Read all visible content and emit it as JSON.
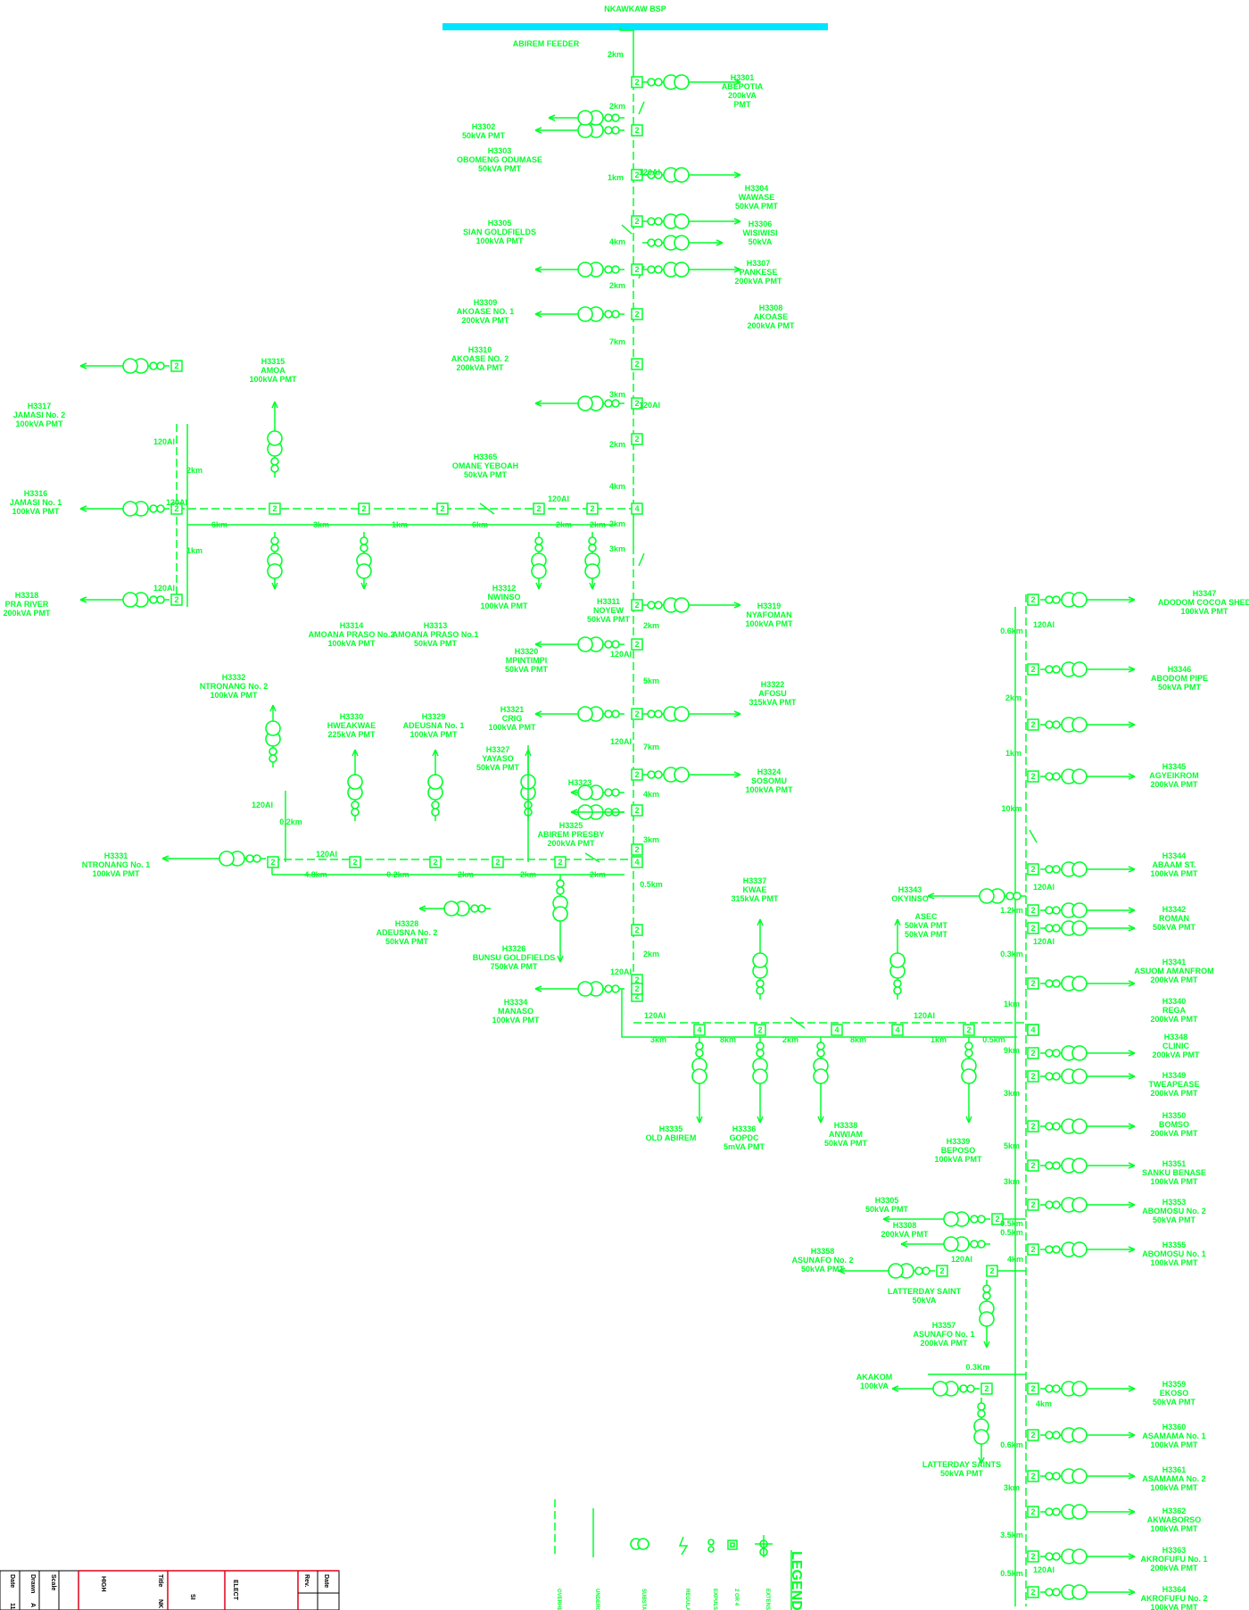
{
  "bsp_label": "NKAWKAW BSP",
  "feeder_label": "ABIREM FEEDER",
  "colors": {
    "line": "#00ff2a",
    "busbar": "#00e5ff",
    "titleblock_border": "#e0001a"
  },
  "legend_title": "LEGEND",
  "legend_items": [
    "OVERHE",
    "UNDERG",
    "SUBSTA",
    "REGULA",
    "EXPULS",
    "2 OR 4",
    "EXTENS"
  ],
  "titleblock": {
    "rev": "Rev.",
    "date_col": "Date",
    "date": "Date",
    "drawn": "Drawn",
    "scale": "Scale",
    "title": "Title",
    "title_value": "NK",
    "high": "HIGH",
    "date_value": "11",
    "drawn_value": "A",
    "s": "SI",
    "elect": "ELECT"
  },
  "boxes": [
    {
      "id": "b1",
      "n": "2"
    },
    {
      "id": "b2",
      "n": "2"
    },
    {
      "id": "b3",
      "n": "2"
    },
    {
      "id": "b4",
      "n": "2"
    },
    {
      "id": "b5",
      "n": "2"
    },
    {
      "id": "b6",
      "n": "2"
    },
    {
      "id": "b7",
      "n": "2"
    },
    {
      "id": "b8",
      "n": "2"
    },
    {
      "id": "b9",
      "n": "2"
    },
    {
      "id": "b10",
      "n": "2"
    },
    {
      "id": "b11",
      "n": "4"
    },
    {
      "id": "b12",
      "n": "2"
    },
    {
      "id": "b13",
      "n": "2"
    },
    {
      "id": "b14",
      "n": "2"
    },
    {
      "id": "b15",
      "n": "2"
    },
    {
      "id": "b16",
      "n": "2"
    },
    {
      "id": "b17",
      "n": "2"
    },
    {
      "id": "b18",
      "n": "2"
    },
    {
      "id": "b19",
      "n": "2"
    },
    {
      "id": "b20",
      "n": "2"
    },
    {
      "id": "b21",
      "n": "2"
    },
    {
      "id": "b22",
      "n": "2"
    },
    {
      "id": "b23",
      "n": "2"
    },
    {
      "id": "b24",
      "n": "2"
    },
    {
      "id": "b25",
      "n": "2"
    },
    {
      "id": "b26",
      "n": "2"
    },
    {
      "id": "b27",
      "n": "4"
    },
    {
      "id": "b28",
      "n": "2"
    },
    {
      "id": "b29",
      "n": "2"
    },
    {
      "id": "b30",
      "n": "2"
    },
    {
      "id": "b31",
      "n": "2"
    },
    {
      "id": "b32",
      "n": "2"
    },
    {
      "id": "b33",
      "n": "2"
    },
    {
      "id": "b34",
      "n": "2"
    },
    {
      "id": "b35",
      "n": "4"
    },
    {
      "id": "b36",
      "n": "2"
    },
    {
      "id": "b37",
      "n": "4"
    },
    {
      "id": "b38",
      "n": "4"
    },
    {
      "id": "b39",
      "n": "4"
    },
    {
      "id": "b40",
      "n": "2"
    },
    {
      "id": "b41",
      "n": "2"
    },
    {
      "id": "b42",
      "n": "4"
    },
    {
      "id": "b43",
      "n": "2"
    },
    {
      "id": "b44",
      "n": "2"
    },
    {
      "id": "b45",
      "n": "2"
    },
    {
      "id": "b46",
      "n": "2"
    },
    {
      "id": "b47",
      "n": "2"
    },
    {
      "id": "b48",
      "n": "2"
    },
    {
      "id": "b49",
      "n": "2"
    },
    {
      "id": "b50",
      "n": "2"
    },
    {
      "id": "b51",
      "n": "2"
    },
    {
      "id": "b52",
      "n": "2"
    },
    {
      "id": "b53",
      "n": "2"
    },
    {
      "id": "b54",
      "n": "2"
    },
    {
      "id": "b55",
      "n": "2"
    },
    {
      "id": "b56",
      "n": "2"
    },
    {
      "id": "b57",
      "n": "2"
    },
    {
      "id": "b58",
      "n": "2"
    },
    {
      "id": "b59",
      "n": "2"
    },
    {
      "id": "b60",
      "n": "2"
    },
    {
      "id": "b61",
      "n": "2"
    },
    {
      "id": "b62",
      "n": "2"
    },
    {
      "id": "b63",
      "n": "2"
    },
    {
      "id": "b64",
      "n": "2"
    },
    {
      "id": "b65",
      "n": "2"
    }
  ],
  "labels": [
    [
      "H3301",
      "ABEPOTIA",
      "200kVA",
      "PMT"
    ],
    [
      "H3302",
      "50kVA PMT"
    ],
    [
      "H3303",
      "OBOMENG ODUMASE",
      "50kVA PMT"
    ],
    [
      "H3304",
      "WAWASE",
      "50kVA PMT"
    ],
    [
      "H3305",
      "SIAN GOLDFIELDS",
      "100kVA PMT"
    ],
    [
      "H3306",
      "WISIWISI",
      "50kVA"
    ],
    [
      "H3307",
      "PANKESE",
      "200kVA PMT"
    ],
    [
      "H3309",
      "AKOASE NO. 1",
      "200kVA PMT"
    ],
    [
      "H3308",
      "AKOASE",
      "200kVA PMT"
    ],
    [
      "H3310",
      "AKOASE NO. 2",
      "200kVA PMT"
    ],
    [
      "H3315",
      "AMOA",
      "100kVA PMT"
    ],
    [
      "H3317",
      "JAMASI No. 2",
      "100kVA PMT"
    ],
    [
      "H3365",
      "OMANE YEBOAH",
      "50kVA PMT"
    ],
    [
      "H3316",
      "JAMASI No. 1",
      "100kVA PMT"
    ],
    [
      "H3318",
      "PRA RIVER",
      "200kVA PMT"
    ],
    [
      "H3312",
      "NWINSO",
      "100kVA PMT"
    ],
    [
      "H3311",
      "NOYEW",
      "50kVA PMT"
    ],
    [
      "H3314",
      "AMOANA PRASO No.2",
      "100kVA PMT"
    ],
    [
      "H3313",
      "AMOANA PRASO No.1",
      "50kVA PMT"
    ],
    [
      "H3319",
      "NYAFOMAN",
      "100kVA PMT"
    ],
    [
      "H3320",
      "MPINTIMPI",
      "50kVA PMT"
    ],
    [
      "H3332",
      "NTRONANG No. 2",
      "100kVA PMT"
    ],
    [
      "H3330",
      "HWEAKWAE",
      "225kVA PMT"
    ],
    [
      "H3329",
      "ADEUSNA No. 1",
      "100kVA PMT"
    ],
    [
      "H3321",
      "CRIG",
      "100kVA PMT"
    ],
    [
      "H3322",
      "AFOSU",
      "315kVA PMT"
    ],
    [
      "H3327",
      "YAYASO",
      "50kVA PMT"
    ],
    [
      "H3324",
      "SOSOMU",
      "100kVA PMT"
    ],
    [
      "H3323"
    ],
    [
      "H3325",
      "ABIREM PRESBY",
      "200kVA PMT"
    ],
    [
      "H3331",
      "NTRONANG No. 1",
      "100kVA PMT"
    ],
    [
      "H3328",
      "ADEUSNA No. 2",
      "50kVA PMT"
    ],
    [
      "H3326",
      "BUNSU GOLDFIELDS",
      "750kVA PMT"
    ],
    [
      "H3334",
      "MANASO",
      "100kVA PMT"
    ],
    [
      "H3337",
      "KWAE",
      "315kVA PMT"
    ],
    [
      "H3343",
      "OKYINSO"
    ],
    [
      "ASEC",
      "50kVA PMT",
      "50kVA PMT"
    ],
    [
      "H3335",
      "OLD ABIREM"
    ],
    [
      "H3336",
      "GOPDC",
      "5mVA PMT"
    ],
    [
      "H3338",
      "ANWIAM",
      "50kVA PMT"
    ],
    [
      "H3339",
      "BEPOSO",
      "100kVA PMT"
    ],
    [
      "H3347",
      "ADODOM COCOA SHED",
      "100kVA PMT"
    ],
    [
      "H3346",
      "ABODOM PIPE",
      "50kVA PMT"
    ],
    [
      "H3345",
      "AGYEIKROM",
      "200kVA PMT"
    ],
    [
      "H3344",
      "ABAAM ST.",
      "100kVA PMT"
    ],
    [
      "H3342",
      "ROMAN",
      "50kVA PMT"
    ],
    [
      "H3341",
      "ASUOM AMANFROM",
      "200kVA PMT"
    ],
    [
      "H3340",
      "REGA",
      "200kVA PMT"
    ],
    [
      "H3348",
      "CLINIC",
      "200kVA PMT"
    ],
    [
      "H3349",
      "TWEAPEASE",
      "200kVA PMT"
    ],
    [
      "H3350",
      "BOMSO",
      "200kVA PMT"
    ],
    [
      "H3351",
      "SANKU BENASE",
      "100kVA PMT"
    ],
    [
      "H3305",
      "50kVA PMT"
    ],
    [
      "H3353",
      "ABOMOSU No. 2",
      "50kVA PMT"
    ],
    [
      "H3308",
      "200kVA PMT"
    ],
    [
      "H3355",
      "ABOMOSU No. 1",
      "100kVA PMT"
    ],
    [
      "H3358",
      "ASUNAFO No. 2",
      "50kVA PMT"
    ],
    [
      "LATTERDAY SAINT",
      "50kVA"
    ],
    [
      "H3357",
      "ASUNAFO No. 1",
      "200kVA PMT"
    ],
    [
      "AKAKOM",
      "100kVA"
    ],
    [
      "H3359",
      "EKOSO",
      "50kVA PMT"
    ],
    [
      "LATTERDAY SAINTS",
      "50kVA PMT"
    ],
    [
      "H3360",
      "ASAMAMA No. 1",
      "100kVA PMT"
    ],
    [
      "H3361",
      "ASAMAMA No. 2",
      "100kVA PMT"
    ],
    [
      "H3362",
      "AKWABORSO",
      "100kVA PMT"
    ],
    [
      "H3363",
      "AKROFUFU No. 1",
      "200kVA PMT"
    ],
    [
      "H3364",
      "AKROFUFU No. 2",
      "100kVA PMT"
    ]
  ],
  "distances": [
    "2km",
    "2km",
    "120Al",
    "1km",
    "4km",
    "2km",
    "7km",
    "3km",
    "120Al",
    "2km",
    "4km",
    "2km",
    "3km",
    "120Al",
    "2km",
    "120Al",
    "6km",
    "3km",
    "1km",
    "6km",
    "2km",
    "2km",
    "120Al",
    "1km",
    "120Al",
    "2km",
    "5km",
    "120Al",
    "7km",
    "120Al",
    "4km",
    "3km",
    "0.5km",
    "2km",
    "120Al",
    "120Al",
    "0.2km",
    "120Al",
    "4.8km",
    "0.2km",
    "2km",
    "2km",
    "2km",
    "120Al",
    "3km",
    "8km",
    "2km",
    "8km",
    "120Al",
    "1km",
    "0.5km",
    "0.6km",
    "120Al",
    "2km",
    "1km",
    "10km",
    "120Al",
    "1.2km",
    "0.3km",
    "120Al",
    "1km",
    "9km",
    "3km",
    "5km",
    "3km",
    "0.5km",
    "0.5km",
    "120Al",
    "4km",
    "0.3Km",
    "4km",
    "0.6km",
    "3km",
    "3.5km",
    "0.5km",
    "120Al"
  ]
}
